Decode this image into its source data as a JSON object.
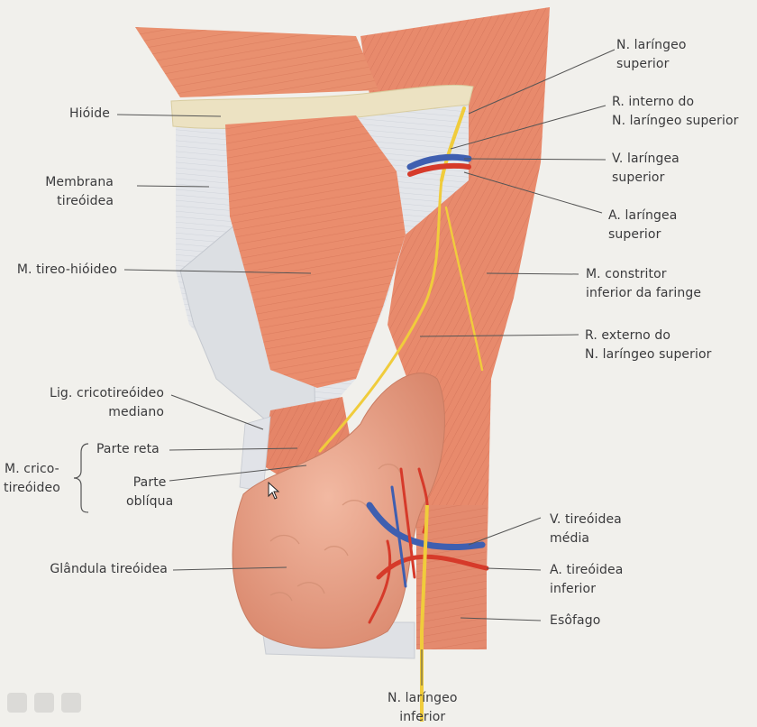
{
  "colors": {
    "background": "#f1f0ec",
    "muscle": "#e9896b",
    "muscle_dark": "#c9664b",
    "membrane": "#e3e6ea",
    "bone": "#ece2c2",
    "thyroid": "#e9a58c",
    "nerve": "#f0cc3c",
    "artery": "#d63a2a",
    "vein": "#3f5fb0",
    "leader": "#555555",
    "label_text": "#3a3a3c"
  },
  "labels": {
    "hioide": "Hióide",
    "membrana": "Membrana\ntireóidea",
    "tireo_hioideo": "M. tireo-hióideo",
    "lig_cricotireoideo": "Lig. cricotireóideo\nmediano",
    "cricotireoideo": "M. crico-\ntireóideo",
    "parte_reta": "Parte reta",
    "parte_obliqua": "Parte\noblíqua",
    "glandula": "Glândula tireóidea",
    "n_laringeo_superior": "N. laríngeo\nsuperior",
    "r_interno": "R. interno do\nN. laríngeo superior",
    "v_laringea": "V. laríngea\nsuperior",
    "a_laringea": "A. laríngea\nsuperior",
    "constritor": "M. constritor\ninferior da faringe",
    "r_externo": "R. externo do\nN. laríngeo superior",
    "v_tireoidea": "V. tireóidea\nmédia",
    "a_tireoidea": "A. tireóidea\ninferior",
    "esofago": "Esôfago",
    "n_laringeo_inferior": "N. laríngeo\ninferior"
  },
  "icons": {
    "cursor": "arrow-cursor-icon",
    "viewer": [
      "viewer-grid-icon",
      "viewer-zoom-icon",
      "viewer-more-icon"
    ]
  }
}
